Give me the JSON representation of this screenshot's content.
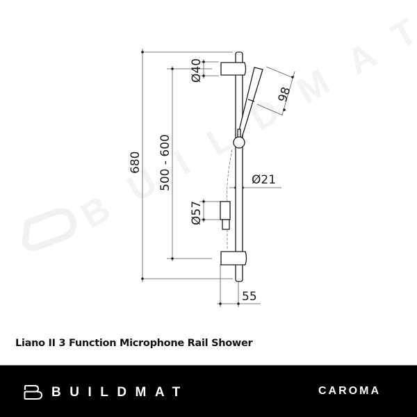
{
  "product": {
    "title": "Liano II 3 Function Microphone Rail Shower",
    "brand": "CAROMA"
  },
  "footer": {
    "logo_text": "BUILDMAT",
    "partner_logo_text": "CAROMA",
    "background": "#000000",
    "text_color": "#ffffff"
  },
  "watermark": {
    "text": "BUILDMAT",
    "color": "#f2f2f2"
  },
  "drawing": {
    "line_color": "#1a1a1a",
    "dimension_color": "#555555",
    "dimensions": {
      "overall_height": "680",
      "rail_bracket_spacing": "500 - 600",
      "top_bracket_diameter": "Ø40",
      "handpiece_length": "98",
      "rail_diameter": "Ø21",
      "outlet_diameter": "Ø57",
      "projection": "55"
    }
  }
}
